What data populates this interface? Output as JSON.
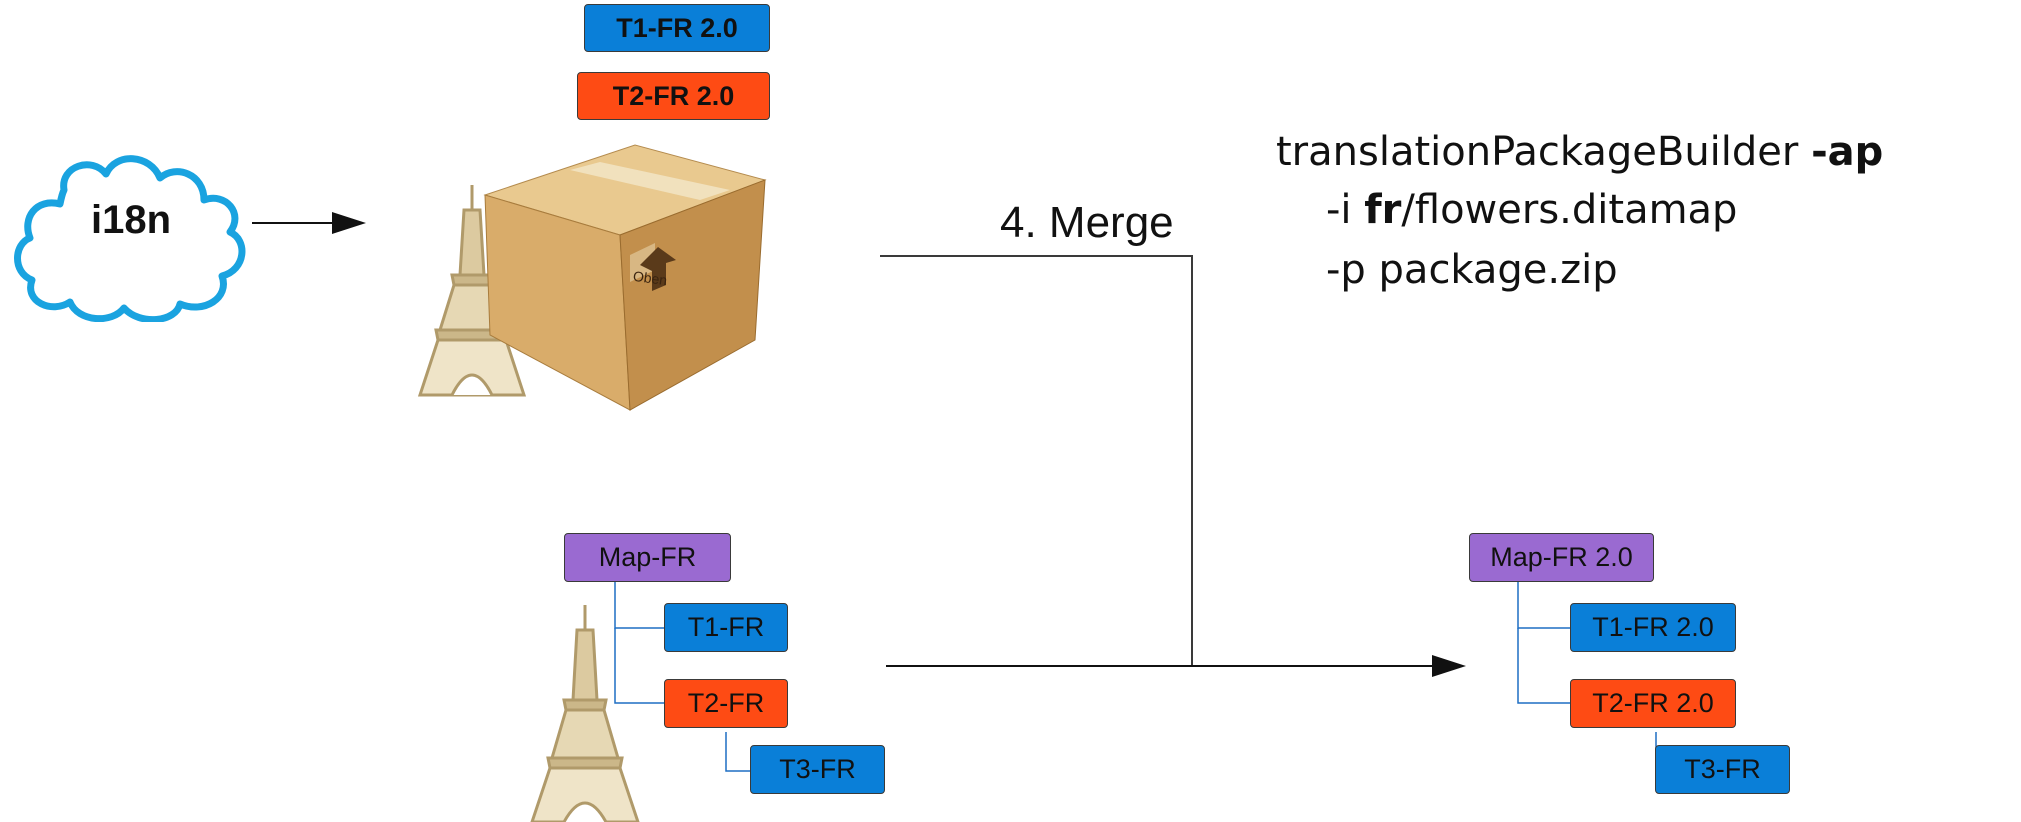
{
  "cloud": {
    "label": "i18n"
  },
  "package": {
    "badges": [
      {
        "label": "T1-FR 2.0",
        "color": "#0a7fd8"
      },
      {
        "label": "T2-FR 2.0",
        "color": "#fe4b14"
      }
    ],
    "box_label": "Oben"
  },
  "merge": {
    "label": "4. Merge"
  },
  "command": {
    "line1": {
      "text": "translationPackageBuilder ",
      "flag": "-ap"
    },
    "line2": {
      "prefix": "-i ",
      "bold": "fr",
      "suffix": "/flowers.ditamap"
    },
    "line3": {
      "text": "-p package.zip"
    }
  },
  "source_tree": {
    "map": {
      "label": "Map-FR",
      "color": "#9a6ad1"
    },
    "topics": [
      {
        "label": "T1-FR",
        "color": "#0a7fd8"
      },
      {
        "label": "T2-FR",
        "color": "#fe4b14"
      },
      {
        "label": "T3-FR",
        "color": "#0a7fd8"
      }
    ]
  },
  "result_tree": {
    "map": {
      "label": "Map-FR 2.0",
      "color": "#9a6ad1"
    },
    "topics": [
      {
        "label": "T1-FR 2.0",
        "color": "#0a7fd8"
      },
      {
        "label": "T2-FR 2.0",
        "color": "#fe4b14"
      },
      {
        "label": "T3-FR",
        "color": "#0a7fd8"
      }
    ]
  },
  "colors": {
    "line": "#3a3a3a",
    "tree_line": "#1f6fc4",
    "cloud_stroke": "#1aa3e0"
  }
}
